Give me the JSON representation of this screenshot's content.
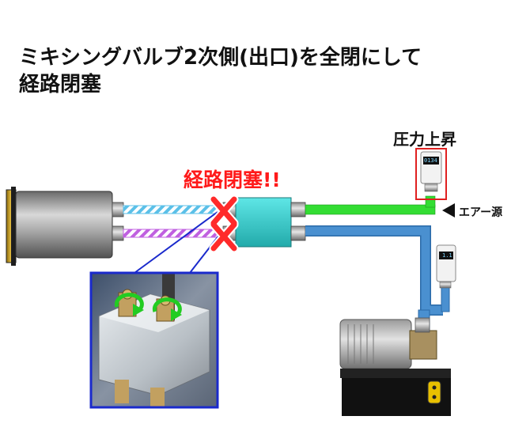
{
  "title": {
    "line1": "ミキシングバルブ2次側(出口)を全閉にして",
    "line2": "経路閉塞"
  },
  "labels": {
    "pressure_rise": "圧力上昇",
    "air_source": "エアー源",
    "path_blocked": "経路閉塞!!"
  },
  "gauges": {
    "top_display": "0134",
    "lower_display": "1.1"
  },
  "colors": {
    "air_line": "#33dd33",
    "oil_line": "#4a90d0",
    "hatch_blue": "#5bc0e8",
    "hatch_purple": "#c060e0",
    "valve_block": "#33cccc",
    "blocked_mark": "#ff2a2a",
    "photo_border": "#1a2acc",
    "gauge_highlight": "#e02020"
  },
  "icons": [
    "cylinder-icon",
    "mixing-valve-icon",
    "pressure-gauge-icon",
    "pump-unit-icon",
    "close-x-icon",
    "arrow-left-icon",
    "rotate-arrow-icon"
  ]
}
